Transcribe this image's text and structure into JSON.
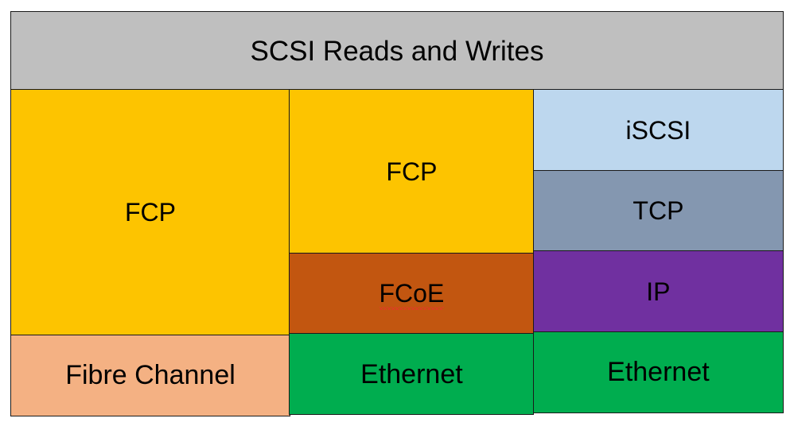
{
  "diagram": {
    "title": "SCSI Reads and Writes",
    "type": "protocol-stack-comparison",
    "header": {
      "label": "SCSI Reads and Writes",
      "color": "#bfbfbf"
    },
    "columns": [
      {
        "name": "fibre-channel-stack",
        "layers": [
          {
            "label": "FCP",
            "color": "#fdc400",
            "spans": 3,
            "spellcheck_error": false
          },
          {
            "label": "Fibre Channel",
            "color": "#f4b183",
            "spans": 1,
            "spellcheck_error": false
          }
        ]
      },
      {
        "name": "fcoe-stack",
        "layers": [
          {
            "label": "FCP",
            "color": "#fdc400",
            "spans": 2,
            "spellcheck_error": false
          },
          {
            "label": "FCoE",
            "color": "#c25610",
            "spans": 1,
            "spellcheck_error": true
          },
          {
            "label": "Ethernet",
            "color": "#00ad4f",
            "spans": 1,
            "spellcheck_error": false
          }
        ]
      },
      {
        "name": "iscsi-stack",
        "layers": [
          {
            "label": "iSCSI",
            "color": "#bdd7ee",
            "spans": 1,
            "spellcheck_error": false
          },
          {
            "label": "TCP",
            "color": "#8497b0",
            "spans": 1,
            "spellcheck_error": false
          },
          {
            "label": "IP",
            "color": "#7030a0",
            "spans": 1,
            "spellcheck_error": false
          },
          {
            "label": "Ethernet",
            "color": "#00ad4f",
            "spans": 1,
            "spellcheck_error": false
          }
        ]
      }
    ],
    "colors": {
      "border": "#1a1a1a",
      "text": "#000000",
      "background": "#ffffff",
      "spellcheck_underline": "#e8342a",
      "header_gray": "#bfbfbf",
      "yellow": "#fdc400",
      "light_blue": "#bdd7ee",
      "slate_blue": "#8497b0",
      "purple": "#7030a0",
      "brown": "#c25610",
      "salmon": "#f4b183",
      "green": "#00ad4f"
    }
  }
}
